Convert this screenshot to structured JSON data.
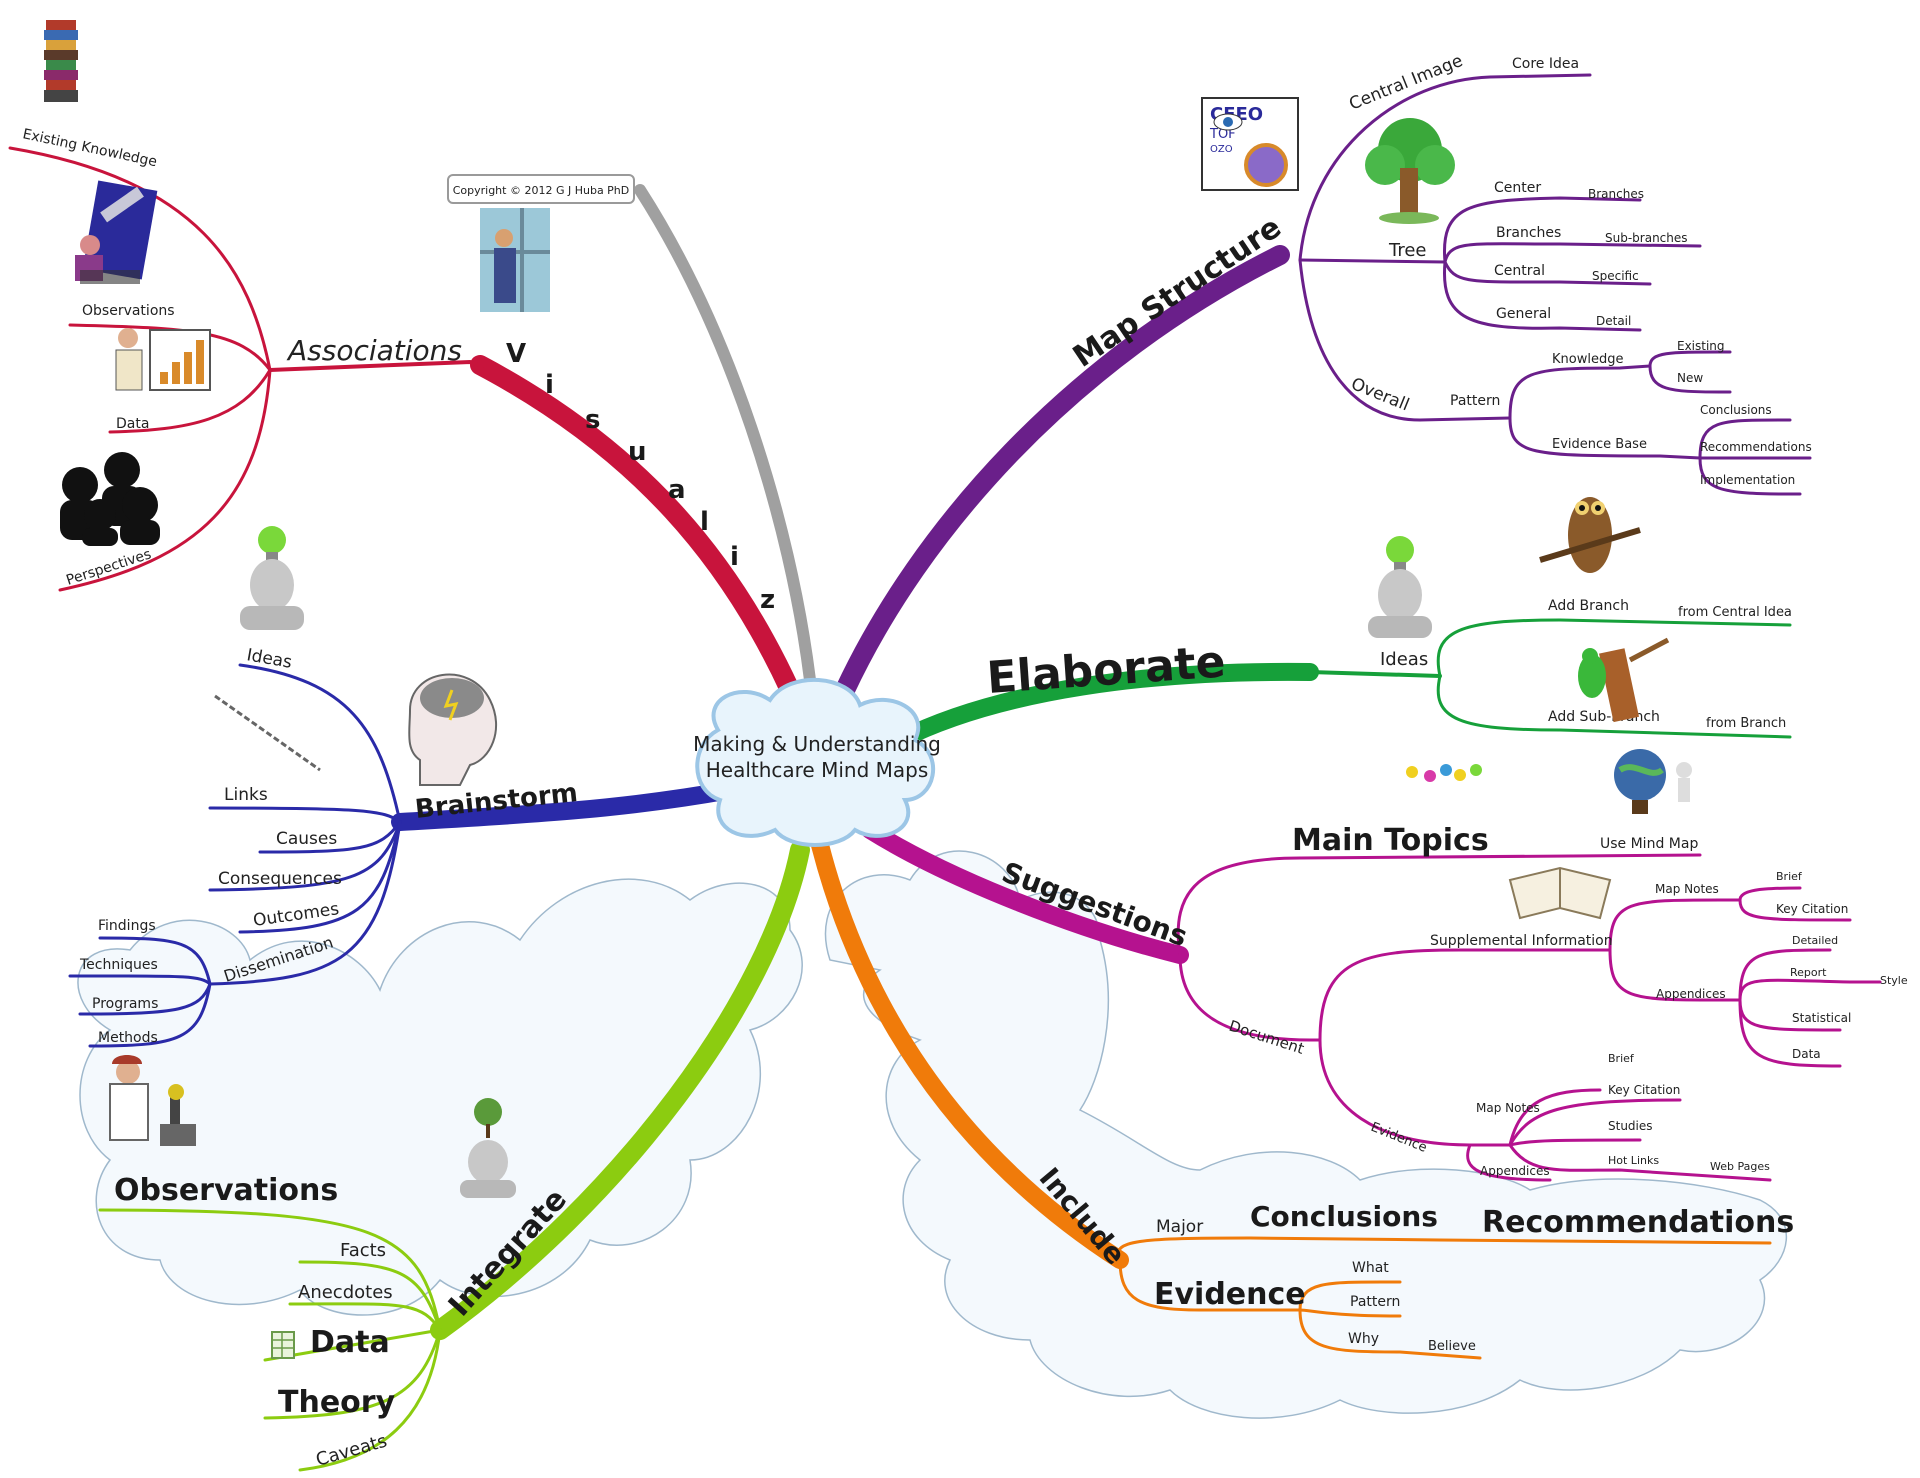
{
  "copyright": "Copyright © 2012 G J Huba PhD",
  "central": {
    "line1": "Making & Understanding",
    "line2": "Healthcare Mind Maps"
  },
  "colors": {
    "visualize": "#c8143c",
    "map_structure": "#6a1f8a",
    "elaborate": "#16a03a",
    "suggestions": "#b5128f",
    "include": "#f07b0a",
    "integrate": "#8ccc10",
    "brainstorm": "#2a2aa8",
    "copyright": "#a0a0a0"
  },
  "visualize": {
    "label_letters": [
      "V",
      "i",
      "s",
      "u",
      "a",
      "l",
      "i",
      "z"
    ],
    "associations": "Associations",
    "items": [
      "Existing Knowledge",
      "Observations",
      "Data",
      "Perspectives"
    ]
  },
  "map_structure": {
    "label": "Map Structure",
    "central_image": "Central Image",
    "core_idea": "Core Idea",
    "tree": "Tree",
    "tree_items": [
      {
        "left": "Center",
        "right": "Branches"
      },
      {
        "left": "Branches",
        "right": "Sub-branches"
      },
      {
        "left": "Central",
        "right": "Specific"
      },
      {
        "left": "General",
        "right": "Detail"
      }
    ],
    "overall": "Overall",
    "pattern": "Pattern",
    "knowledge": "Knowledge",
    "existing": "Existing",
    "new": "New",
    "evidence_base": "Evidence Base",
    "evidence_items": [
      "Conclusions",
      "Recommendations",
      "Implementation"
    ]
  },
  "elaborate": {
    "label": "Elaborate",
    "ideas": "Ideas",
    "add_branch": "Add Branch",
    "from_central": "from Central Idea",
    "add_sub": "Add Sub-branch",
    "from_branch": "from Branch"
  },
  "suggestions": {
    "label": "Suggestions",
    "main_topics": "Main Topics",
    "use_mind_map": "Use Mind Map",
    "supplemental": "Supplemental Information",
    "map_notes": "Map Notes",
    "brief": "Brief",
    "key_citation": "Key Citation",
    "appendices": "Appendices",
    "detailed": "Detailed",
    "report": "Report",
    "style": "Style",
    "statistical": "Statistical",
    "data": "Data",
    "document": "Document",
    "evidence": "Evidence",
    "ev_map_notes": "Map Notes",
    "ev_items": [
      "Brief",
      "Key Citation",
      "Studies",
      "Hot Links"
    ],
    "web_pages": "Web Pages",
    "ev_appendices": "Appendices"
  },
  "include": {
    "label": "Include",
    "major": "Major",
    "conclusions": "Conclusions",
    "recommendations": "Recommendations",
    "evidence": "Evidence",
    "what": "What",
    "pattern": "Pattern",
    "why": "Why",
    "believe": "Believe"
  },
  "integrate": {
    "label": "Integrate",
    "observations": "Observations",
    "facts": "Facts",
    "anecdotes": "Anecdotes",
    "data": "Data",
    "theory": "Theory",
    "caveats": "Caveats"
  },
  "brainstorm": {
    "label": "Brainstorm",
    "ideas": "Ideas",
    "links": "Links",
    "causes": "Causes",
    "consequences": "Consequences",
    "outcomes": "Outcomes",
    "dissemination": "Dissemination",
    "diss_items": [
      "Findings",
      "Techniques",
      "Programs",
      "Methods"
    ]
  },
  "icons": [
    "books-icon",
    "telescope-icon",
    "presenter-chart-icon",
    "people-silhouettes-icon",
    "man-window-icon",
    "eye-chart-icon",
    "tree-icon",
    "owl-icon",
    "bird-branch-icon",
    "head-lightbulb-icon",
    "brain-storm-icon",
    "chain-icon",
    "globe-icon",
    "lightbulbs-icon",
    "open-book-icon",
    "scientist-microscope-icon",
    "head-plant-icon",
    "spreadsheet-icon"
  ]
}
